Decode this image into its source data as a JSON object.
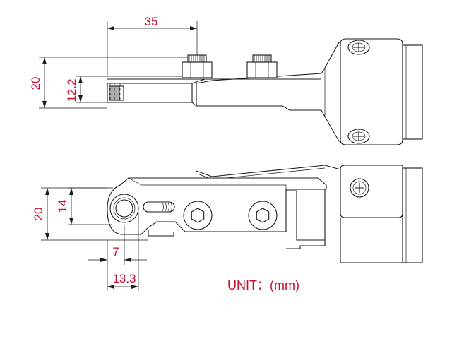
{
  "dimensions": {
    "top_view": {
      "spacing": "35",
      "overall_height": "20",
      "rod_height": "12.2"
    },
    "side_view": {
      "overall_height": "20",
      "roller_height": "14",
      "roller_offset": "7",
      "roller_width": "13.3"
    }
  },
  "unit_label": "UNIT：(mm)",
  "colors": {
    "dimension_text": "#c8102e",
    "line": "#1a1a1a"
  }
}
